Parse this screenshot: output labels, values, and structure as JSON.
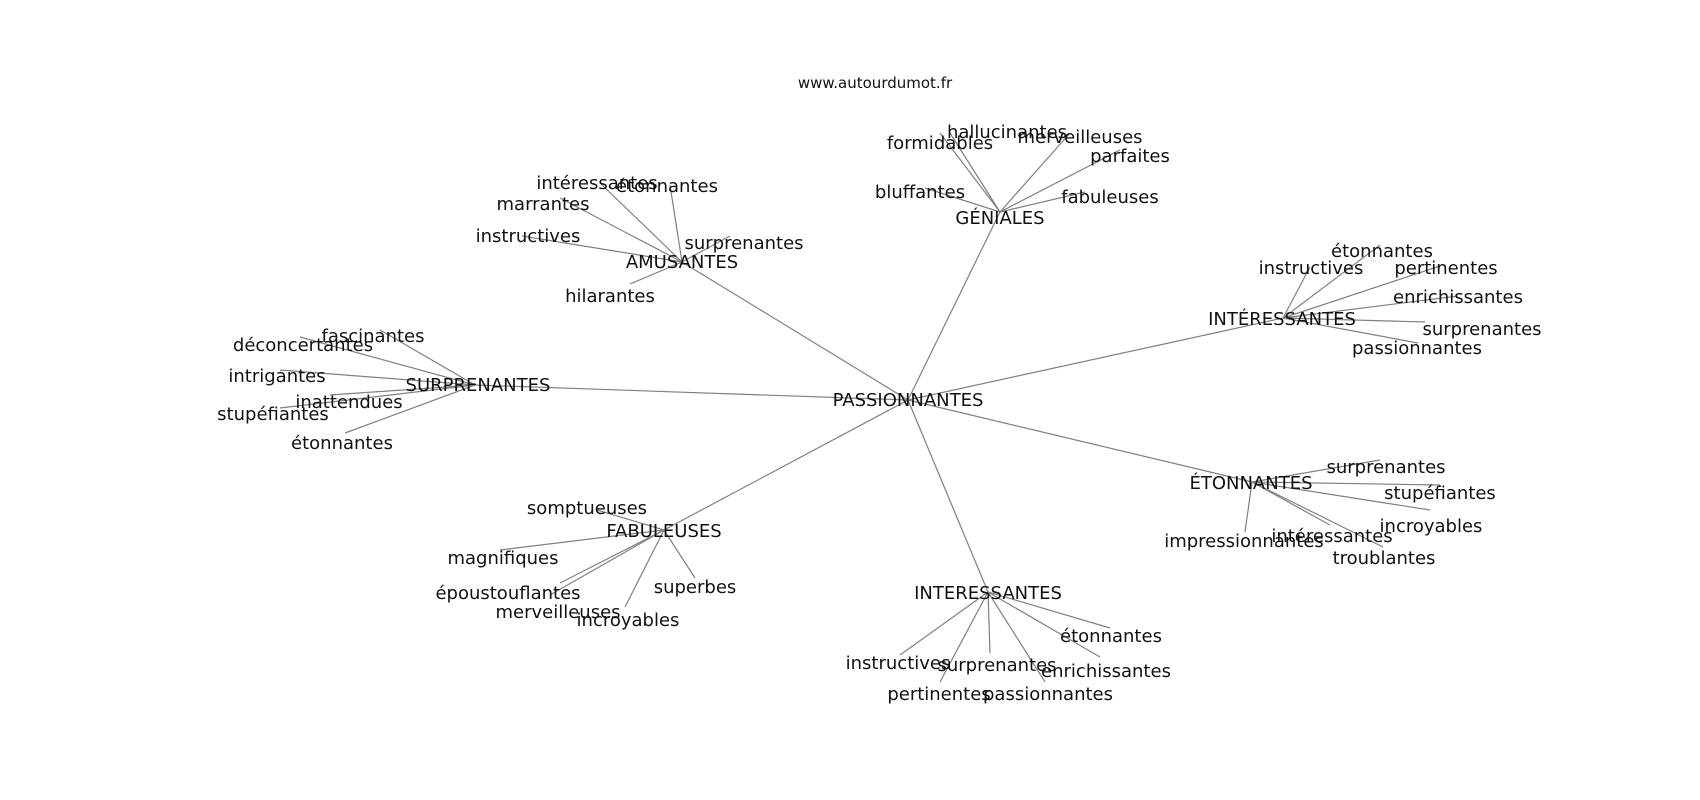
{
  "source": "www.autourdumot.fr",
  "root": {
    "id": "root",
    "label": "PASSIONNANTES"
  },
  "hubs": [
    {
      "id": "h-geniales",
      "label": "GÉNIALES",
      "words": [
        "hallucinantes",
        "formidables",
        "merveilleuses",
        "parfaites",
        "bluffantes",
        "fabuleuses"
      ]
    },
    {
      "id": "h-amusantes",
      "label": "AMUSANTES",
      "words": [
        "intéressantes",
        "étonnantes",
        "marrantes",
        "instructives",
        "surprenantes",
        "hilarantes"
      ]
    },
    {
      "id": "h-interessantes-acc",
      "label": "INTÉRESSANTES",
      "words": [
        "étonnantes",
        "instructives",
        "pertinentes",
        "enrichissantes",
        "surprenantes",
        "passionnantes"
      ]
    },
    {
      "id": "h-surprenantes",
      "label": "SURPRENANTES",
      "words": [
        "fascinantes",
        "déconcertantes",
        "intrigantes",
        "inattendues",
        "stupéfiantes",
        "étonnantes"
      ]
    },
    {
      "id": "h-etonnantes",
      "label": "ÉTONNANTES",
      "words": [
        "surprenantes",
        "stupéfiantes",
        "incroyables",
        "intéressantes",
        "impressionnantes",
        "troublantes"
      ]
    },
    {
      "id": "h-fabuleuses",
      "label": "FABULEUSES",
      "words": [
        "somptueuses",
        "magnifiques",
        "époustouflantes",
        "superbes",
        "merveilleuses",
        "incroyables"
      ]
    },
    {
      "id": "h-interessantes",
      "label": "INTERESSANTES",
      "words": [
        "étonnantes",
        "instructives",
        "surprenantes",
        "enrichissantes",
        "pertinentes",
        "passionnantes"
      ]
    }
  ]
}
